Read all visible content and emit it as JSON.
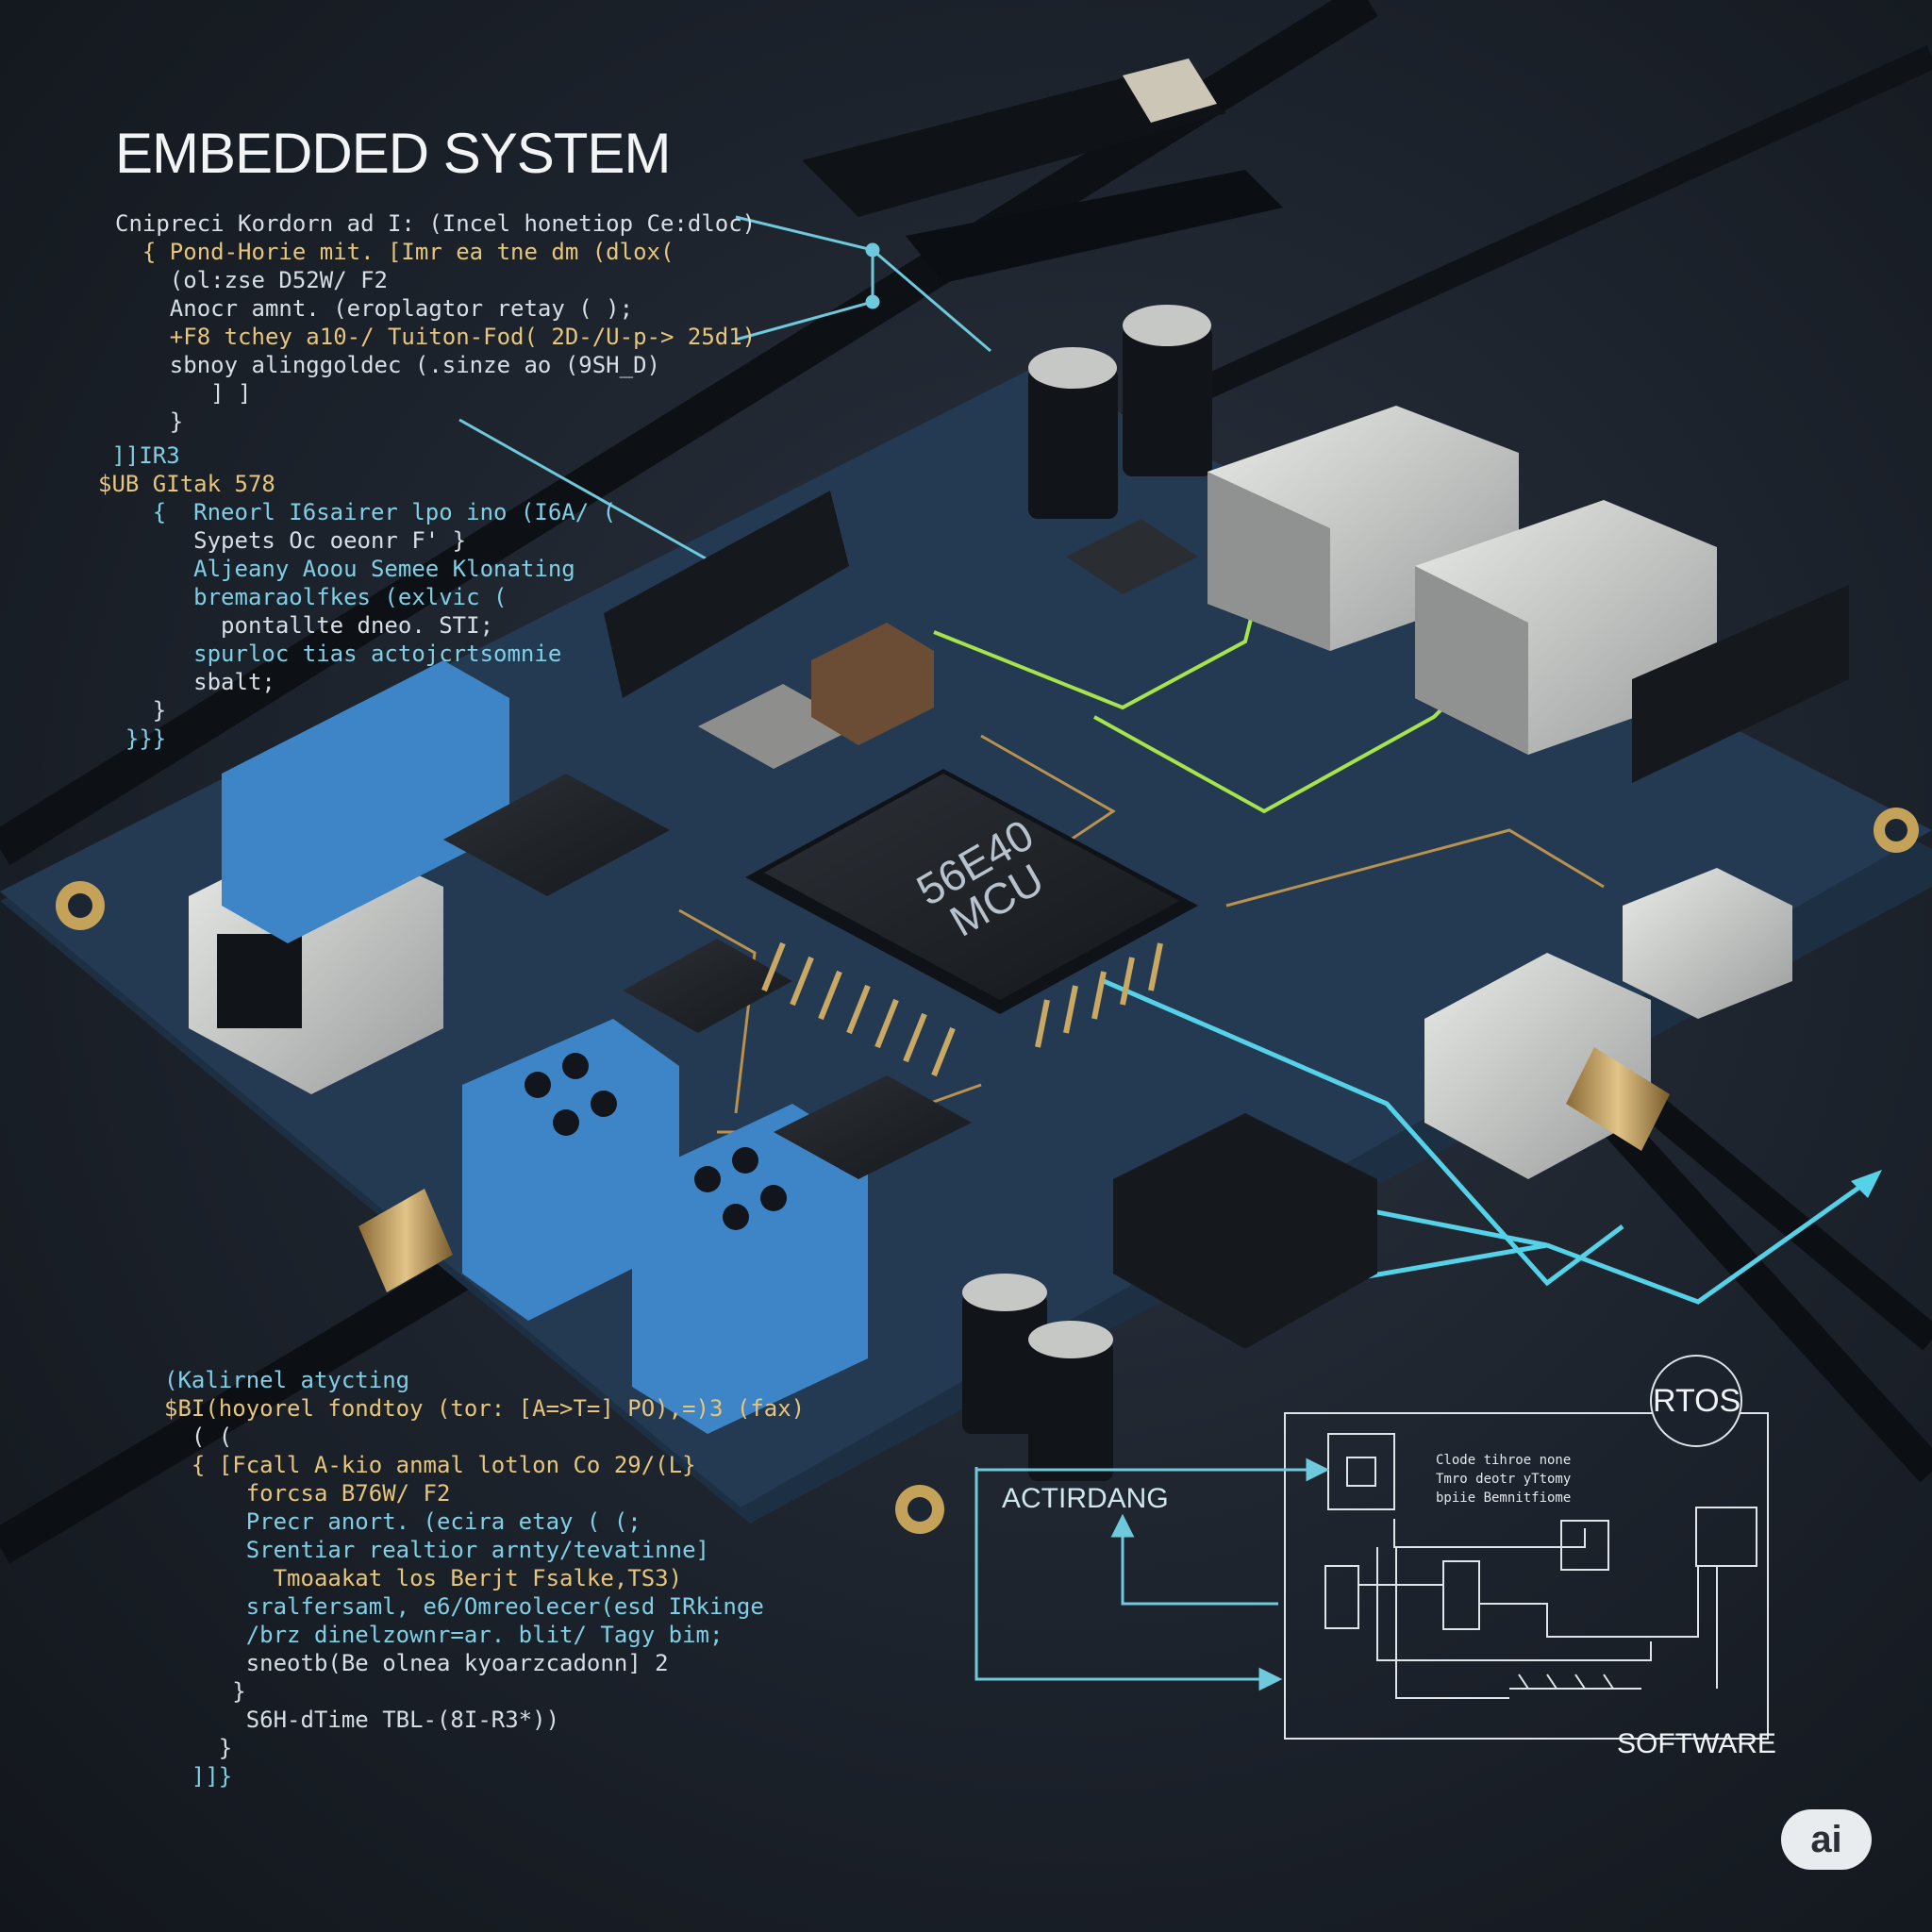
{
  "title": "EMBEDDED SYSTEM",
  "code_top": [
    {
      "t": "Cnipreci Kordorn ad I: (Incel honetiop Ce:dloc)",
      "c": "c1"
    },
    {
      "t": "  { Pond-Horie mit. [Imr ea tne dm (dlox(",
      "c": "c2"
    },
    {
      "t": "    (ol:zse D52W/ F2",
      "c": "c1"
    },
    {
      "t": "    Anocr amnt. (eroplagtor retay ( );",
      "c": "c1"
    },
    {
      "t": "    +F8 tchey a10-/ Tuiton-Fod( 2D-/U-p-> 25d1)",
      "c": "c2"
    },
    {
      "t": "    sbnoy alinggoldec (.sinze ao (9SH_D)",
      "c": "c1"
    },
    {
      "t": "       ] ]",
      "c": "c1"
    },
    {
      "t": "    }",
      "c": "c1"
    }
  ],
  "code_mid": [
    {
      "t": " ]]IR3",
      "c": "c3"
    },
    {
      "t": "$UB GItak 578",
      "c": "c2"
    },
    {
      "t": "    {  Rneorl I6sairer lpo ino (I6A/ (",
      "c": "c3"
    },
    {
      "t": "       Sypets Oc oeonr F' }",
      "c": "c1"
    },
    {
      "t": "       Aljeany Aoou Semee Klonating",
      "c": "c3"
    },
    {
      "t": "       bremaraolfkes (exlvic (",
      "c": "c3"
    },
    {
      "t": "         pontallte dneo. STI;",
      "c": "c1"
    },
    {
      "t": "       spurloc tias actojcrtsomnie",
      "c": "c3"
    },
    {
      "t": "       sbalt;",
      "c": "c1"
    },
    {
      "t": "    }",
      "c": "c1"
    },
    {
      "t": "  }}}",
      "c": "c3"
    }
  ],
  "code_bottom": [
    {
      "t": "(Kalirnel atycting",
      "c": "c3"
    },
    {
      "t": "$BI(hoyorel fondtoy (tor: [A=>T=] PO),=)3 (fax)",
      "c": "c2"
    },
    {
      "t": "  ( (",
      "c": "c1"
    },
    {
      "t": "  { [Fcall A-kio anmal lotlon Co 29/(L}",
      "c": "c2"
    },
    {
      "t": "      forcsa B76W/ F2",
      "c": "c2"
    },
    {
      "t": "      Precr anort. (ecira etay ( (;",
      "c": "c3"
    },
    {
      "t": "      Srentiar realtior arnty/tevatinne]",
      "c": "c3"
    },
    {
      "t": "        Tmoaakat los Berjt Fsalke,TS3)",
      "c": "c2"
    },
    {
      "t": "      sralfersaml, e6/Omreolecer(esd IRkinge",
      "c": "c3"
    },
    {
      "t": "      /brz dinelzownr=ar. blit/ Tagy bim;",
      "c": "c3"
    },
    {
      "t": "      sneotb(Be olnea kyoarzcadonn] 2",
      "c": "c1"
    },
    {
      "t": "     }",
      "c": "c1"
    },
    {
      "t": "      S6H-dTime TBL-(8I-R3*))",
      "c": "c1"
    },
    {
      "t": "    }",
      "c": "c1"
    },
    {
      "t": "  ]]}",
      "c": "c3"
    }
  ],
  "chip_label": "56E40\nMCU",
  "labels": {
    "rtos": "RTOS",
    "software": "SOFTWARE",
    "actuator": "ACTIRDANG",
    "diagram_note": "Clode tihroe none\nTmro deotr yTtomy\nbpiie Bemnitfiome",
    "ai_badge": "ai"
  },
  "colors": {
    "pcb": "#243a52",
    "trace_cyan": "#55d2e8",
    "trace_green": "#a9e34b",
    "gold": "#b9924f",
    "blue_connector": "#3d85c6"
  }
}
